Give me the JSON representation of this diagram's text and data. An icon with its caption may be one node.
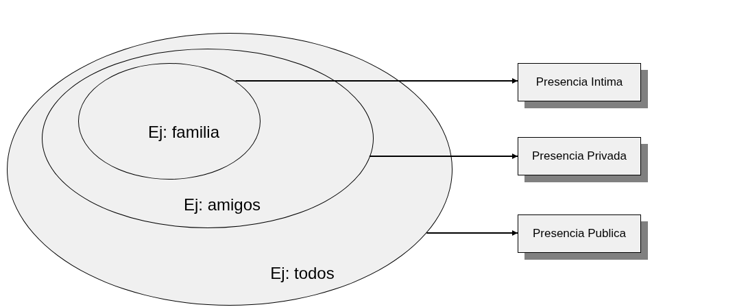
{
  "diagram": {
    "nodes": [
      {
        "text": [
          "Ej: todos"
        ]
      },
      {
        "text": [
          "Ej: amigos"
        ],
        "in": 0
      },
      {
        "text": [
          "Ej: familia"
        ],
        "in": 1
      },
      {
        "text": [
          "Presencia Intima"
        ]
      },
      {
        "text": [
          "Presencia Privada"
        ]
      },
      {
        "text": [
          "Presencia Publica"
        ]
      }
    ],
    "edges": [
      {
        "from": 2,
        "to": 3,
        "arrow": "to"
      },
      {
        "from": 1,
        "to": 4,
        "arrow": "to"
      },
      {
        "from": 0,
        "to": 5,
        "arrow": "to"
      }
    ]
  }
}
